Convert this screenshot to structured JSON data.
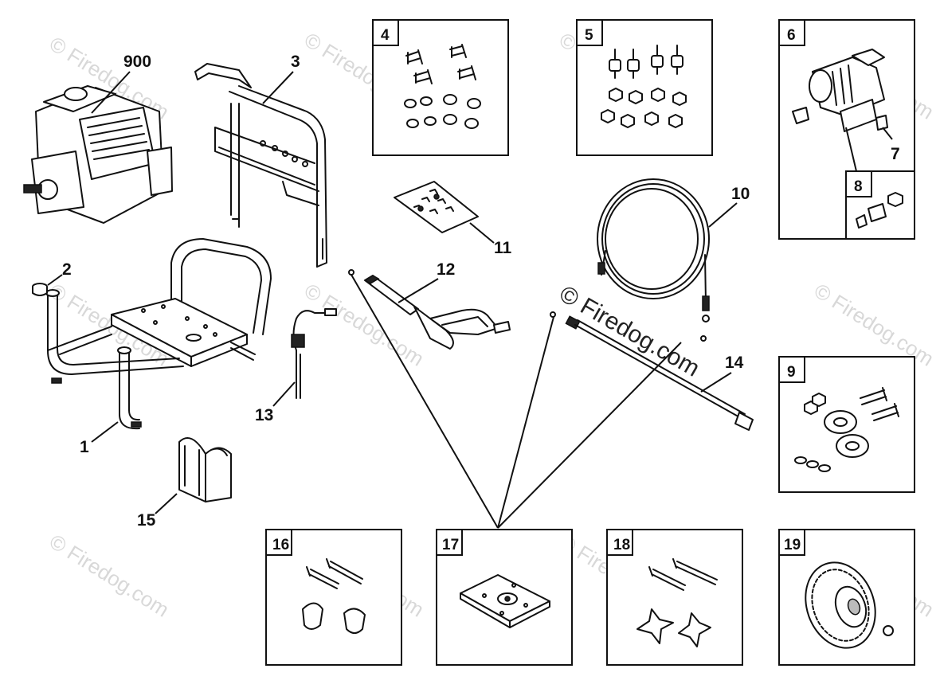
{
  "watermark": {
    "text": "© Firedog.com",
    "main_text": "© Firedog.com"
  },
  "callouts": {
    "c900": "900",
    "c1": "1",
    "c2": "2",
    "c3": "3",
    "c7": "7",
    "c10": "10",
    "c11": "11",
    "c12": "12",
    "c13": "13",
    "c14": "14",
    "c15": "15"
  },
  "boxes": {
    "b4": "4",
    "b5": "5",
    "b6": "6",
    "b8": "8",
    "b9": "9",
    "b16": "16",
    "b17": "17",
    "b18": "18",
    "b19": "19"
  },
  "icons": [
    "engine",
    "frame",
    "handle",
    "foot",
    "bolt-kit",
    "isolator-kit",
    "pump",
    "wheel",
    "spray-gun",
    "lance",
    "hose",
    "hose-holder"
  ]
}
